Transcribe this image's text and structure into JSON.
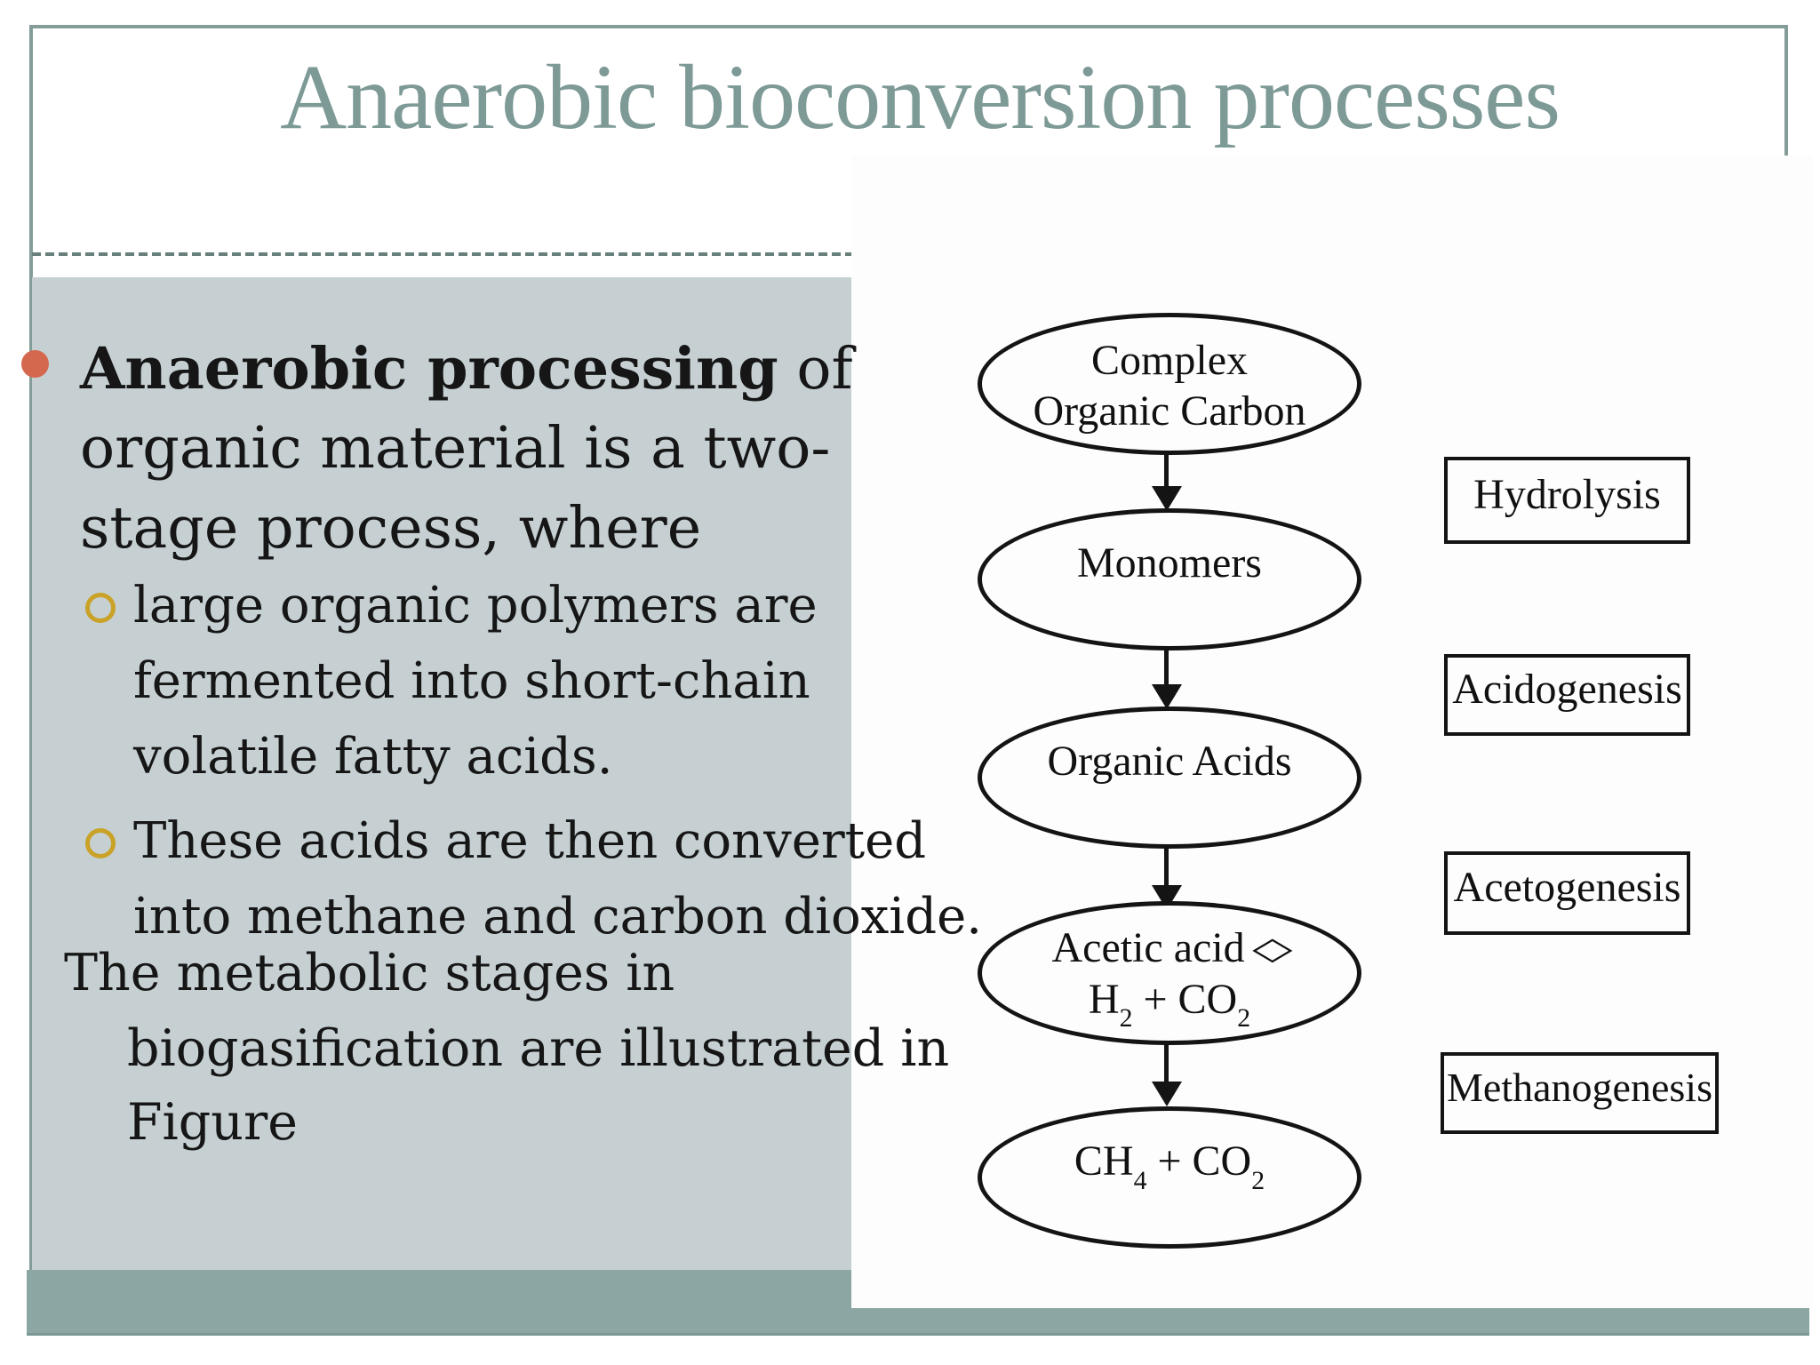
{
  "slide": {
    "title": "Anaerobic bioconversion processes",
    "colors": {
      "title_teal": "#7d9a96",
      "frame_teal": "#849d99",
      "panel_gray": "#c6d0d3",
      "band_teal": "#8ba6a3",
      "bullet_red": "#d4684e",
      "bullet_gold": "#c9a227",
      "ink": "#161616"
    },
    "icons": {
      "bullet": "filled-circle",
      "sub_bullet": "open-circle",
      "decoration": "double-arc",
      "flow_connector": "down-arrow",
      "acetic_marker": "open-diamond"
    }
  },
  "content": {
    "bullet1": {
      "bold": "Anaerobic processing",
      "bold_suffix": " of",
      "line2": "organic material is a two-",
      "line3": "stage process, where"
    },
    "sub_bullets": [
      {
        "line1": "large organic polymers are",
        "line2": "fermented into short-chain",
        "line3": "volatile fatty acids."
      },
      {
        "line1": "These acids are then converted",
        "line2": "into methane and carbon dioxide."
      }
    ],
    "paragraph": {
      "line1": "The metabolic stages in",
      "line2": "biogasification are illustrated in",
      "line3": "Figure"
    }
  },
  "diagram": {
    "ellipses": [
      {
        "lines": [
          "Complex",
          "Organic Carbon"
        ]
      },
      {
        "lines": [
          "Monomers"
        ]
      },
      {
        "lines": [
          "Organic Acids"
        ]
      },
      {
        "label": "Acetic acid",
        "diamond": "◇",
        "formula": [
          "H",
          "2",
          " + CO",
          "2"
        ]
      },
      {
        "formula": [
          "CH",
          "4",
          " + CO",
          "2"
        ]
      }
    ],
    "stages": [
      "Hydrolysis",
      "Acidogenesis",
      "Acetogenesis",
      "Methanogenesis"
    ]
  }
}
